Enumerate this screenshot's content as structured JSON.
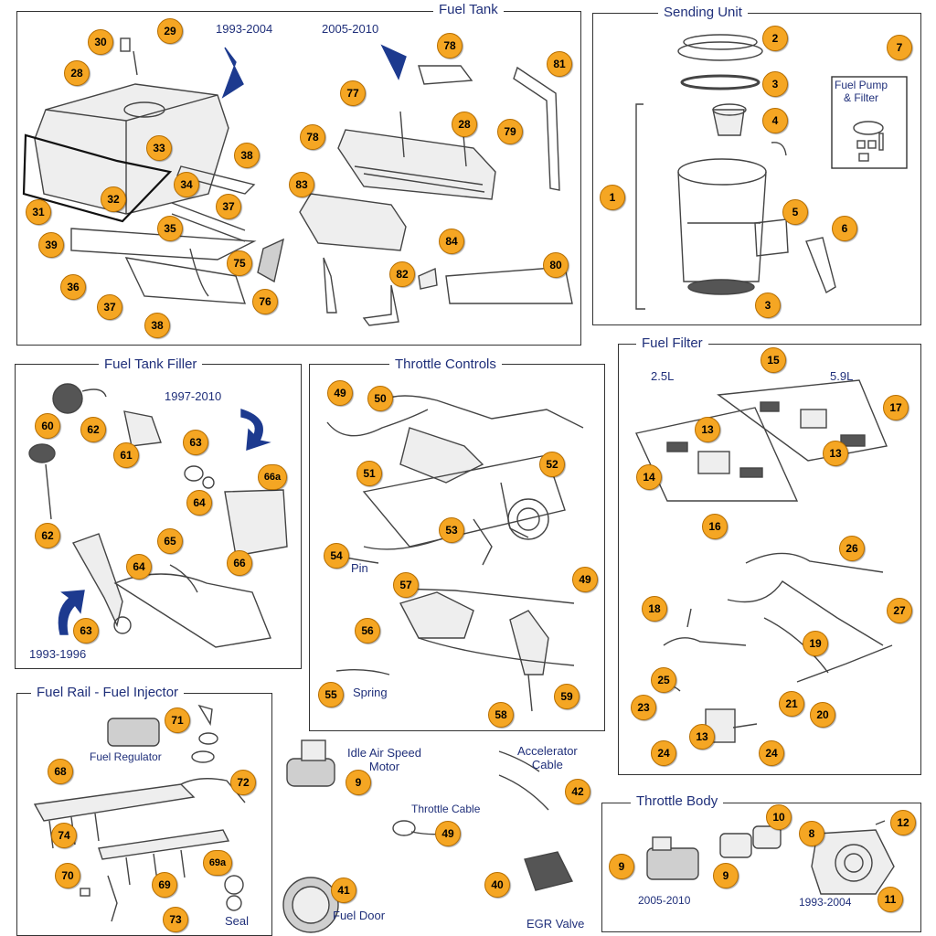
{
  "panels": {
    "fuel_tank": "Fuel Tank",
    "sending_unit": "Sending Unit",
    "fuel_tank_filler": "Fuel Tank Filler",
    "throttle_controls": "Throttle Controls",
    "fuel_filter": "Fuel Filter",
    "fuel_rail": "Fuel Rail - Fuel Injector",
    "throttle_body": "Throttle Body"
  },
  "labels": {
    "tank_1993": "1993-2004",
    "tank_2005": "2005-2010",
    "fuel_pump_filter": "Fuel Pump\n& Filter",
    "filler_1997": "1997-2010",
    "filler_1993": "1993-1996",
    "pin": "Pin",
    "spring": "Spring",
    "filter_25": "2.5L",
    "filter_59": "5.9L",
    "fuel_regulator": "Fuel Regulator",
    "seal": "Seal",
    "iac_motor": "Idle Air Speed\nMotor",
    "accel_cable": "Accelerator\nCable",
    "throttle_cable": "Throttle Cable",
    "fuel_door": "Fuel Door",
    "egr_valve": "EGR Valve",
    "tb_2005": "2005-2010",
    "tb_1993": "1993-2004"
  },
  "callouts": {
    "c29": "29",
    "c30": "30",
    "c28a": "28",
    "c33": "33",
    "c32": "32",
    "c34": "34",
    "c35": "35",
    "c31": "31",
    "c39": "39",
    "c36": "36",
    "c37a": "37",
    "c38a": "38",
    "c38b": "38",
    "c37b": "37",
    "c75": "75",
    "c76": "76",
    "c78a": "78",
    "c77": "77",
    "c78b": "78",
    "c28b": "28",
    "c79": "79",
    "c81": "81",
    "c83": "83",
    "c84": "84",
    "c82": "82",
    "c80": "80",
    "s2": "2",
    "s3a": "3",
    "s4": "4",
    "s1": "1",
    "s5": "5",
    "s6": "6",
    "s3b": "3",
    "s7": "7",
    "f60": "60",
    "f62a": "62",
    "f61": "61",
    "f63a": "63",
    "f64a": "64",
    "f66a": "66a",
    "f66": "66",
    "f62b": "62",
    "f65": "65",
    "f64b": "64",
    "f63b": "63",
    "t49a": "49",
    "t50": "50",
    "t51": "51",
    "t52": "52",
    "t53": "53",
    "t54": "54",
    "t57": "57",
    "t49b": "49",
    "t56": "56",
    "t55": "55",
    "t59": "59",
    "t58": "58",
    "ff15": "15",
    "ff17": "17",
    "ff13a": "13",
    "ff13b": "13",
    "ff14": "14",
    "ff16": "16",
    "ff26": "26",
    "ff18": "18",
    "ff27": "27",
    "ff19": "19",
    "ff25": "25",
    "ff23": "23",
    "ff21": "21",
    "ff20": "20",
    "ff13c": "13",
    "ff24a": "24",
    "ff24b": "24",
    "r71": "71",
    "r72": "72",
    "r68": "68",
    "r74": "74",
    "r69a": "69a",
    "r70": "70",
    "r69": "69",
    "r73": "73",
    "m9": "9",
    "m42": "42",
    "m49": "49",
    "m41": "41",
    "m40": "40",
    "b10": "10",
    "b12": "12",
    "b8": "8",
    "b9a": "9",
    "b9b": "9",
    "b11": "11"
  },
  "colors": {
    "callout": "#f5a623",
    "title": "#1f2f7a",
    "arrow": "#1d3a8f"
  }
}
